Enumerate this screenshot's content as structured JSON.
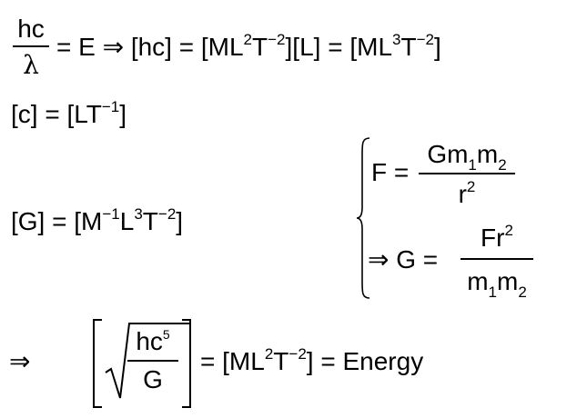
{
  "line1": {
    "frac_num": "hc",
    "frac_den": "λ",
    "rest_a": "= E ⇒ [hc] = [ML",
    "exp1": "2",
    "rest_b": "T",
    "exp2": "−2",
    "rest_c": "][L] = [ML",
    "exp3": "3",
    "rest_d": "T",
    "exp4": "−2",
    "rest_e": "]"
  },
  "line2": {
    "a": "[c] = [LT",
    "exp": "−1",
    "b": "]"
  },
  "line3": {
    "a": "[G] = [M",
    "exp1": "−1",
    "b": "L",
    "exp2": "3",
    "c": "T",
    "exp3": "−2",
    "d": "]"
  },
  "system": {
    "eq1_lhs": "F =",
    "eq1_num_a": "Gm",
    "eq1_num_sub1": "1",
    "eq1_num_b": "m",
    "eq1_num_sub2": "2",
    "eq1_den": "r",
    "eq1_den_exp": "2",
    "eq2_lhs": "⇒ G =",
    "eq2_num": "Fr",
    "eq2_num_exp": "2",
    "eq2_den_a": "m",
    "eq2_den_sub1": "1",
    "eq2_den_b": "m",
    "eq2_den_sub2": "2"
  },
  "line4": {
    "implies": "⇒",
    "sqrt_num": "hc",
    "sqrt_num_exp": "5",
    "sqrt_den": "G",
    "rest_a": "= [ML",
    "exp1": "2",
    "rest_b": "T",
    "exp2": "−2",
    "rest_c": "] = Energy"
  }
}
